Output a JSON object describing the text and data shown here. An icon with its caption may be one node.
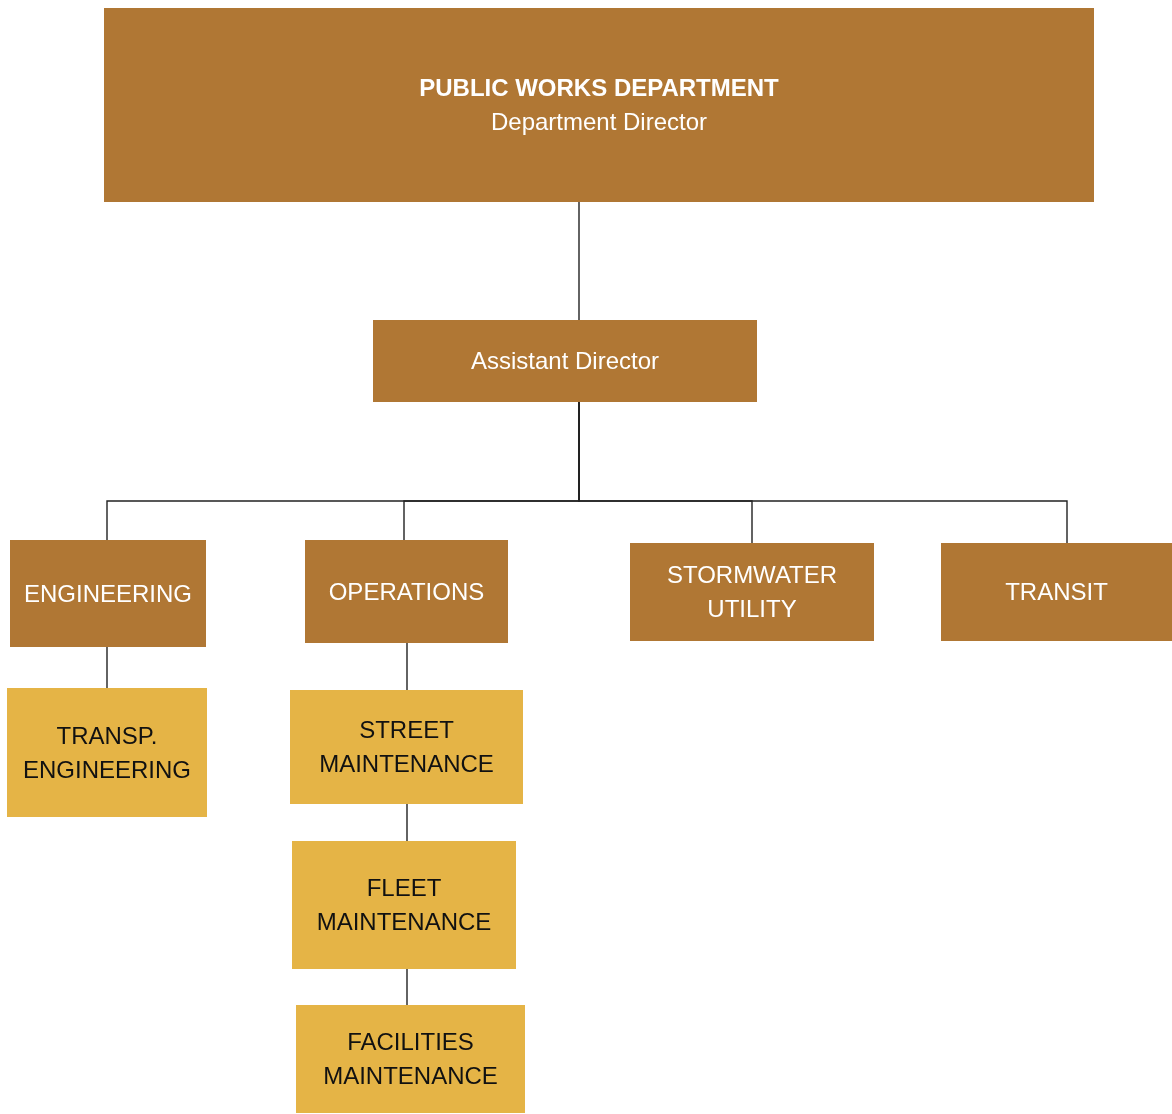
{
  "diagram": {
    "nodes": [
      {
        "text": [
          "PUBLIC WORKS DEPARTMENT",
          "Department Director"
        ]
      },
      {
        "text": [
          "Assistant Director"
        ]
      },
      {
        "text": [
          "ENGINEERING"
        ]
      },
      {
        "text": [
          "OPERATIONS"
        ]
      },
      {
        "text": [
          "STORMWATER UTILITY"
        ]
      },
      {
        "text": [
          "TRANSIT"
        ]
      },
      {
        "text": [
          "TRANSP. ENGINEERING"
        ]
      },
      {
        "text": [
          "STREET MAINTENANCE"
        ]
      },
      {
        "text": [
          "FLEET MAINTENANCE"
        ]
      },
      {
        "text": [
          "FACILITIES MAINTENANCE"
        ]
      }
    ],
    "edges": [
      {
        "from": 0,
        "to": 1,
        "arrow": "none"
      },
      {
        "from": 1,
        "to": 2,
        "arrow": "none"
      },
      {
        "from": 1,
        "to": 3,
        "arrow": "none"
      },
      {
        "from": 1,
        "to": 4,
        "arrow": "none"
      },
      {
        "from": 1,
        "to": 5,
        "arrow": "none"
      },
      {
        "from": 2,
        "to": 6,
        "arrow": "none"
      },
      {
        "from": 3,
        "to": 7,
        "arrow": "none"
      },
      {
        "from": 7,
        "to": 8,
        "arrow": "none"
      },
      {
        "from": 8,
        "to": 9,
        "arrow": "none"
      }
    ]
  }
}
